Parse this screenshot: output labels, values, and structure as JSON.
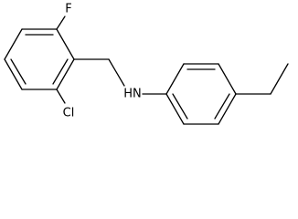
{
  "structure": {
    "atoms": {
      "fluorine": "F",
      "chlorine": "Cl",
      "amine": "HN"
    }
  }
}
